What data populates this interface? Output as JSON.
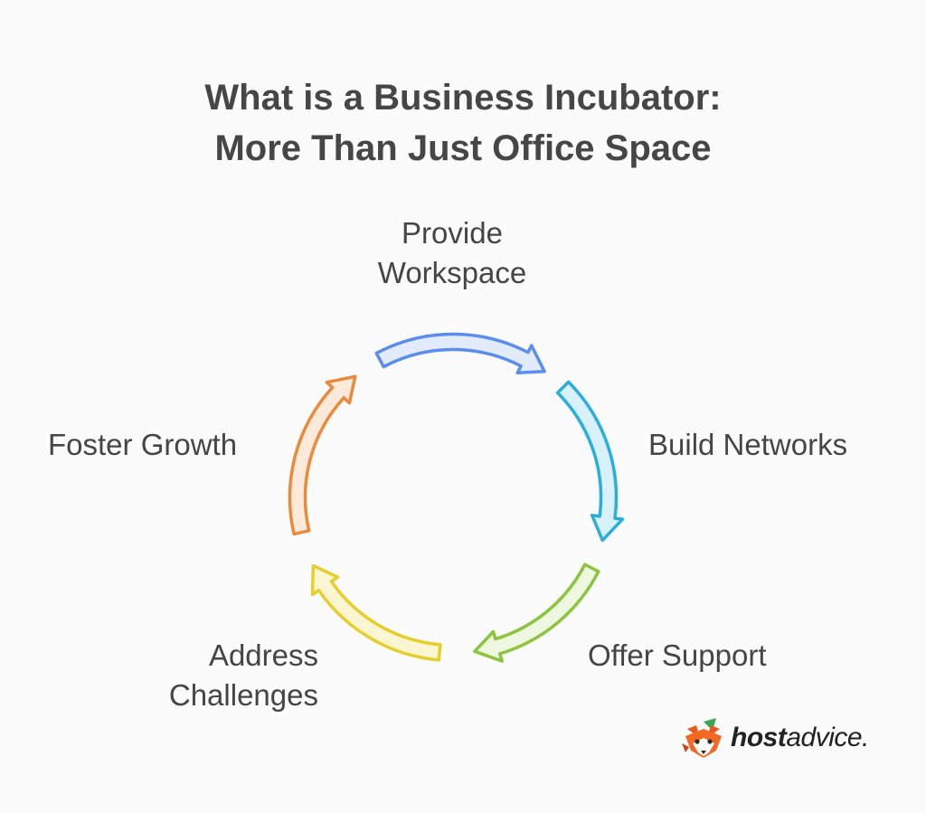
{
  "title": {
    "line1": "What is a Business Incubator:",
    "line2": "More Than Just Office Space"
  },
  "cycle": {
    "direction": "clockwise",
    "steps": [
      {
        "id": "provide",
        "lines": [
          "Provide",
          "Workspace"
        ],
        "color": "#5b8def",
        "fill": "#e1ebfc"
      },
      {
        "id": "build",
        "lines": [
          "Build Networks"
        ],
        "color": "#2aaee0",
        "fill": "#d8f1fb"
      },
      {
        "id": "offer",
        "lines": [
          "Offer Support"
        ],
        "color": "#8cc43c",
        "fill": "#eef7df"
      },
      {
        "id": "address",
        "lines": [
          "Address",
          "Challenges"
        ],
        "color": "#e6cf2a",
        "fill": "#fbf6d2"
      },
      {
        "id": "foster",
        "lines": [
          "Foster Growth"
        ],
        "color": "#ea8a3a",
        "fill": "#fdeadb"
      }
    ]
  },
  "brand": {
    "host": "host",
    "advice": "advice."
  }
}
